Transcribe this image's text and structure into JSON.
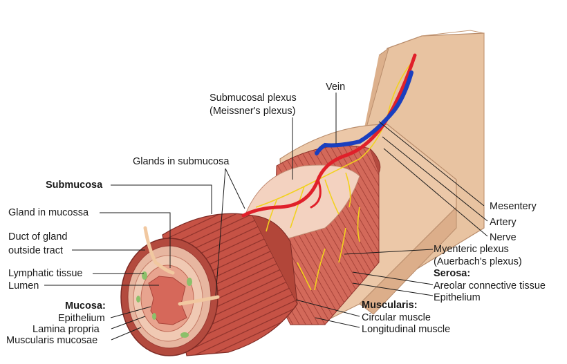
{
  "labels": {
    "vein": "Vein",
    "submucosal_plexus": "Submucosal plexus",
    "meissners_plexus": "(Meissner's plexus)",
    "glands_in_submucosa": "Glands in submucosa",
    "submucosa": "Submucosa",
    "gland_in_mucossa": "Gland in mucossa",
    "duct_of_gland_1": "Duct of gland",
    "duct_of_gland_2": "outside tract",
    "lymphatic_tissue": "Lymphatic tissue",
    "lumen": "Lumen",
    "mucosa": "Mucosa:",
    "epithelium": "Epithelium",
    "lamina_propria": "Lamina propria",
    "muscularis_mucosae": "Muscularis mucosae",
    "mesentery": "Mesentery",
    "artery": "Artery",
    "nerve": "Nerve",
    "myenteric_plexus": "Myenteric plexus",
    "auerbachs_plexus": "(Auerbach's plexus)",
    "serosa": "Serosa:",
    "areolar_connective_tissue": "Areolar connective tissue",
    "serosa_epithelium": "Epithelium",
    "muscularis": "Muscularis:",
    "circular_muscle": "Circular muscle",
    "longitudinal_muscle": "Longitudinal muscle"
  },
  "colors": {
    "serosa": "#e9c7a6",
    "serosa_dark": "#cfa27e",
    "muscle": "#c9574a",
    "muscle_dark": "#9c3b33",
    "submucosa": "#f1cbb8",
    "mucosa": "#e69a86",
    "lumen": "#d9685a",
    "artery": "#e0202a",
    "vein": "#1a3fbf",
    "nerve": "#f2d11e",
    "lymph": "#8cc06a"
  }
}
